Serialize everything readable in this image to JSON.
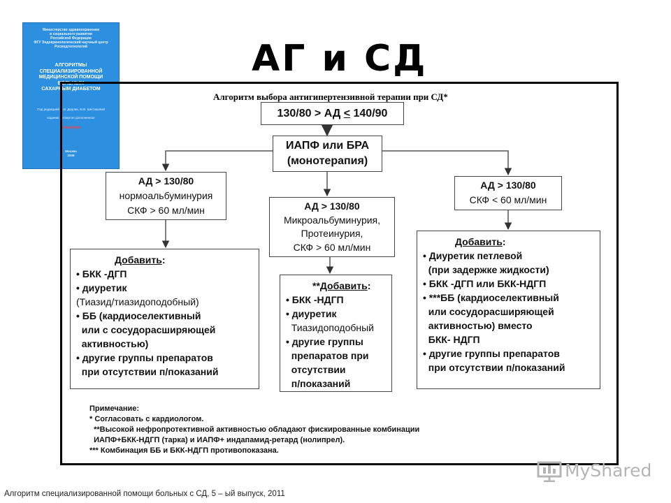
{
  "book": {
    "publisher": [
      "Министерство здравоохранения",
      "и социального развития",
      "Российской Федерации",
      "ФГУ Эндокринологический научный центр",
      "Росмедтехнологий"
    ],
    "title": [
      "АЛГОРИТМЫ",
      "СПЕЦИАЛИЗИРОВАННОЙ",
      "МЕДИЦИНСКОЙ ПОМОЩИ",
      "БОЛЬНЫМ",
      "САХАРНЫМ ДИАБЕТОМ"
    ],
    "editors": [
      "Под редакцией И.И. Дедова, М.В. Шестаковой",
      "",
      "издание четвертое дополненное"
    ],
    "red_text": "5 выпуск",
    "city": [
      "Москва",
      "2009"
    ]
  },
  "main_title": "АГ и СД",
  "algorithm_title": "Алгоритм выбора антигипертензивной терапии при СД*",
  "start_box": {
    "pre": "130/80 > АД ",
    "lte": "<",
    "post": " 140/90"
  },
  "iapf_box": [
    "ИАПФ или БРА",
    "(монотерапия)"
  ],
  "left_box": [
    "АД > 130/80",
    "нормоальбуминурия",
    "СКФ > 60 мл/мин"
  ],
  "mid_box": [
    "АД > 130/80",
    "Микроальбуминурия,",
    "Протеинурия,",
    "СКФ > 60 мл/мин"
  ],
  "right_box": [
    "АД > 130/80",
    "СКФ < 60 мл/мин"
  ],
  "left_add": {
    "header": "Добавить",
    "items": [
      "• БКК -ДГП",
      "• диуретик",
      "(Тиазид/тиазидоподобный)",
      "• ББ (кардиоселективный",
      "  или с сосудорасширяющей",
      "  активностью)",
      "• другие группы препаратов",
      "  при отсутствии п/показаний"
    ]
  },
  "mid_add": {
    "prefix": "**",
    "header": "Добавить",
    "items": [
      "• БКК -НДГП",
      "• диуретик",
      "  Тиазидоподобный",
      "• другие группы",
      "  препаратов при",
      "  отсутствии",
      "  п/показаний"
    ]
  },
  "right_add": {
    "header": "Добавить",
    "items": [
      "• Диуретик петлевой",
      "  (при задержке жидкости)",
      "• БКК -ДГП или БКК-НДГП",
      "• ***ББ (кардиоселективный",
      "  или сосудорасширяющей",
      "  активностью) вместо",
      "  БКК- НДГП",
      "• другие группы препаратов",
      "  при отсутствии п/показаний"
    ]
  },
  "note": {
    "header": "Примечание",
    "lines": [
      "* Согласовать с кардиологом.",
      "  **Высокой нефропротективной активностью обладают фискированные комбинации",
      "  ИАПФ+БКК-НДГП (тарка) и ИАПФ+ индапамид-ретард (нолипрел).",
      "*** Комбинация ББ и БКК-НДГП противопоказана."
    ]
  },
  "footer": "Алгоритм специализированной помощи больных с СД, 5 – ый выпуск, 2011",
  "brand": {
    "name": "MyShared",
    "icon": "presentation-board-icon"
  }
}
